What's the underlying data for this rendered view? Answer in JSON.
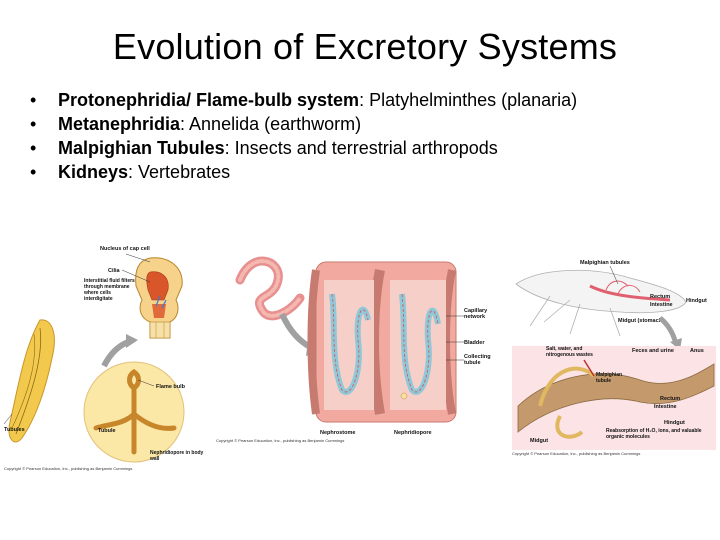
{
  "title": "Evolution of Excretory Systems",
  "bullets": [
    {
      "term": "Protonephridia/ Flame-bulb system",
      "desc": ": Platyhelminthes (planaria)"
    },
    {
      "term": "Metanephridia",
      "desc": ": Annelida (earthworm)"
    },
    {
      "term": "Malpighian Tubules",
      "desc": ": Insects and terrestrial arthropods"
    },
    {
      "term": "Kidneys",
      "desc": ": Vertebrates"
    }
  ],
  "figures": {
    "planaria": {
      "labels": {
        "nucleus": "Nucleus of cap cell",
        "cilia": "Cilia",
        "interstitial": "Interstitial fluid filters through membrane where cells interdigitate",
        "flame_bulb": "Flame bulb",
        "tubules": "Tubules",
        "tubule": "Tubule",
        "nephridiopore": "Nephridiopore in body wall"
      },
      "credit": "Copyright © Pearson Education, Inc., publishing as Benjamin Cummings"
    },
    "earthworm": {
      "labels": {
        "capillary": "Capillary network",
        "bladder": "Bladder",
        "collecting": "Collecting tubule",
        "nephrostome": "Nephrostome",
        "nephridiopore": "Nephridiopore"
      },
      "credit": "Copyright © Pearson Education, Inc., publishing as Benjamin Cummings"
    },
    "insect": {
      "labels": {
        "malpighian_tubules": "Malpighian tubules",
        "rectum": "Rectum",
        "intestine": "Intestine",
        "hindgut": "Hindgut",
        "midgut_stomach": "Midgut (stomach)",
        "salt_water": "Salt, water, and nitrogenous wastes",
        "feces_urine": "Feces and urine",
        "anus": "Anus",
        "malpighian_tubule": "Malpighian tubule",
        "rectum2": "Rectum",
        "intestine2": "Intestine",
        "hindgut2": "Hindgut",
        "midgut": "Midgut",
        "reabsorption": "Reabsorption of H₂O, ions, and valuable organic molecules"
      },
      "credit": "Copyright © Pearson Education, Inc., publishing as Benjamin Cummings"
    }
  }
}
